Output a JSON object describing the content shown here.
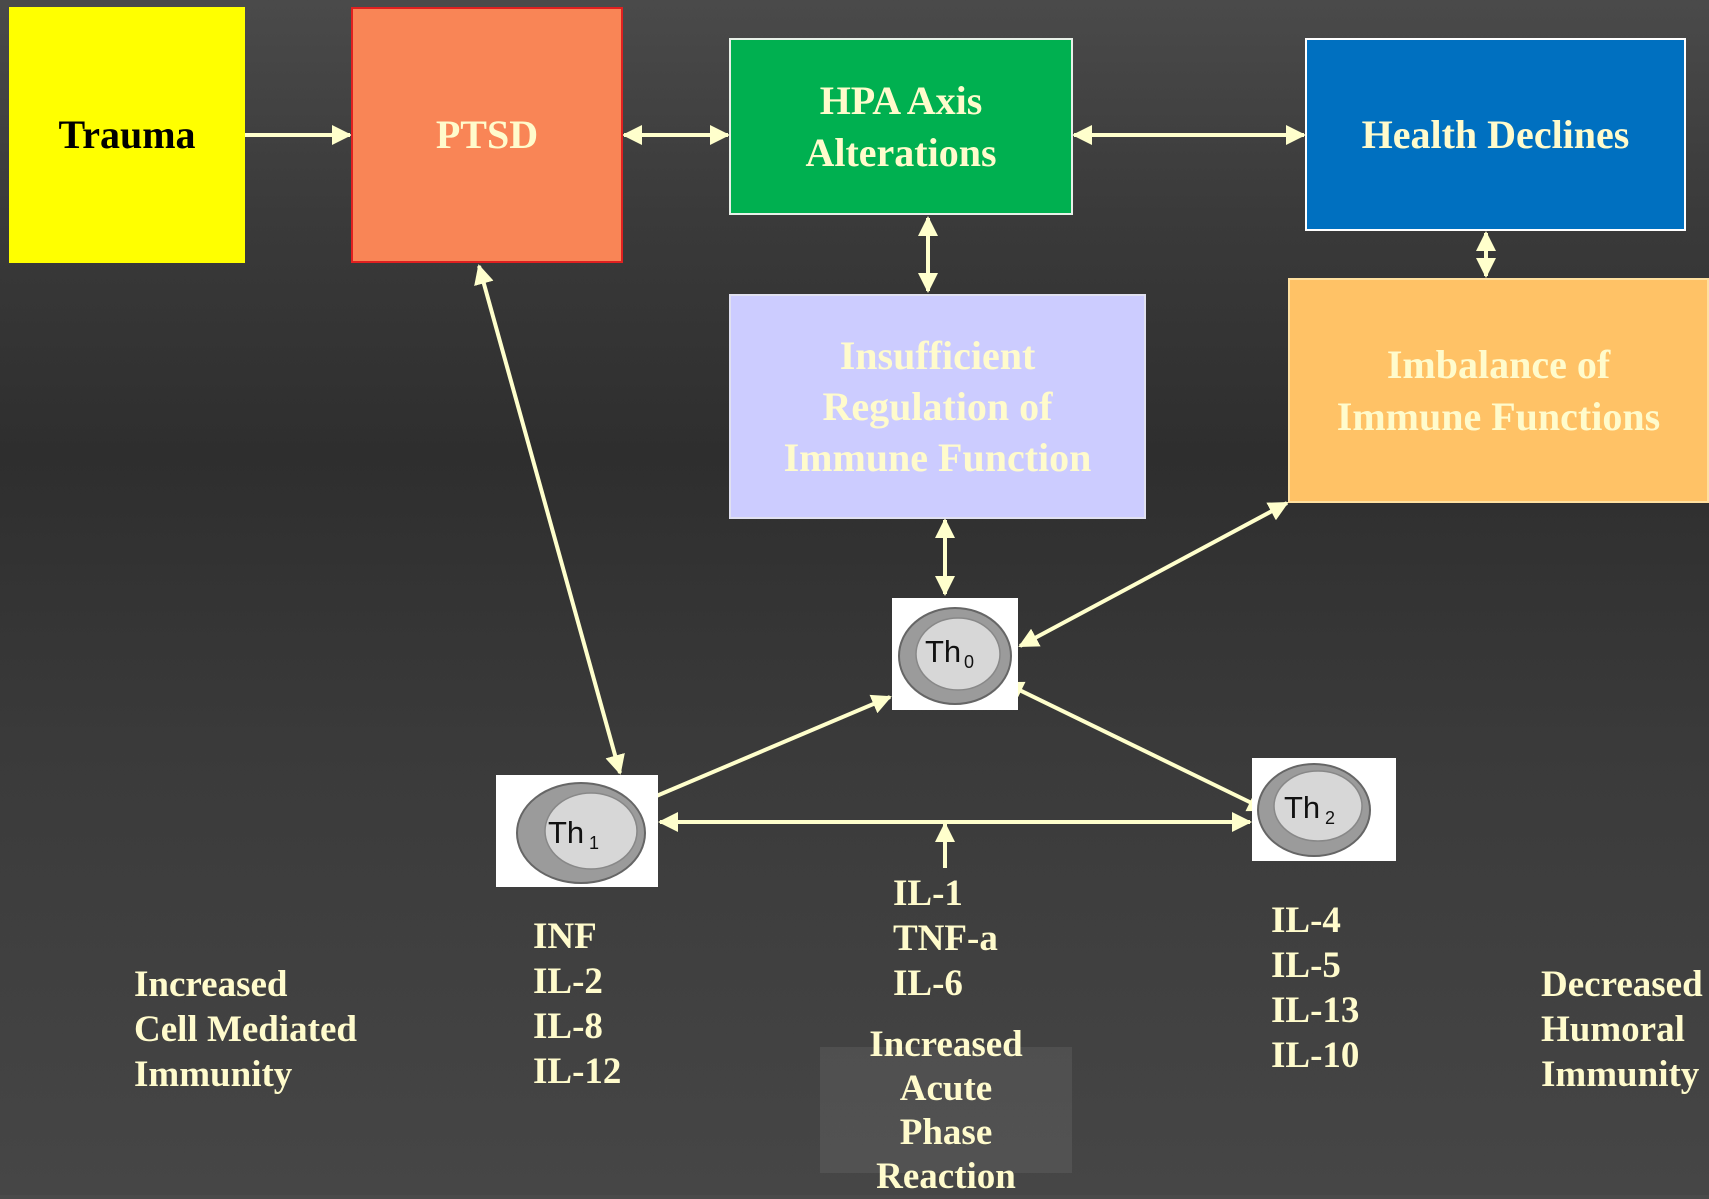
{
  "boxes": {
    "trauma": {
      "label": "Trauma",
      "color": "#ffff00"
    },
    "ptsd": {
      "label": "PTSD",
      "color": "#f98556"
    },
    "hpa": {
      "line1": "HPA Axis",
      "line2": "Alterations",
      "color": "#00b050"
    },
    "health": {
      "label": "Health Declines",
      "color": "#0070c0"
    },
    "insufficient": {
      "line1": "Insufficient",
      "line2": "Regulation of",
      "line3": "Immune Function",
      "color": "#ccccff"
    },
    "imbalance": {
      "line1": "Imbalance of",
      "line2": "Immune Functions",
      "color": "#ffc266"
    }
  },
  "cells": {
    "th0": {
      "base": "Th",
      "sub": "0"
    },
    "th1": {
      "base": "Th",
      "sub": "1"
    },
    "th2": {
      "base": "Th",
      "sub": "2"
    }
  },
  "cytokines": {
    "th1": [
      "INF",
      "IL-2",
      "IL-8",
      "IL-12"
    ],
    "center": [
      "IL-1",
      "TNF-a",
      "IL-6"
    ],
    "th2": [
      "IL-4",
      "IL-5",
      "IL-13",
      "IL-10"
    ]
  },
  "outcomes": {
    "left": [
      "Increased",
      "Cell Mediated",
      "Immunity"
    ],
    "center": [
      "Increased",
      "Acute",
      "Phase",
      "Reaction"
    ],
    "right": [
      "Decreased",
      "Humoral",
      "Immunity"
    ]
  },
  "colors": {
    "arrow": "#ffffcc",
    "text": "#fffbcc"
  }
}
